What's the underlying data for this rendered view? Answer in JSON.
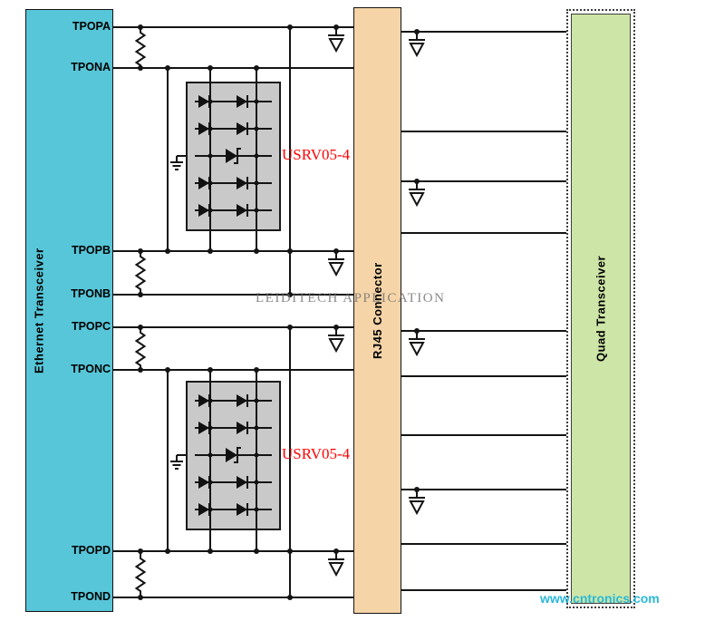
{
  "blocks": {
    "ethernet": {
      "label": "Ethernet Transceiver",
      "fill": "#57C6D8"
    },
    "rj45": {
      "label": "RJ45 Connector",
      "fill": "#F5D4A8"
    },
    "quad": {
      "label": "Quad Transceiver",
      "fill": "#CDE5A6"
    }
  },
  "pins": {
    "tpopa": "TPOPA",
    "tpona": "TPONA",
    "tpopb": "TPOPB",
    "tponb": "TPONB",
    "tpopc": "TPOPC",
    "tponc": "TPONC",
    "tpopd": "TPOPD",
    "tpond": "TPOND"
  },
  "tvs": {
    "label": "USRV05-4",
    "color": "#FF0000"
  },
  "watermarks": {
    "center": "LEIDITECH APPLICATION",
    "site": "www.cntronics.com",
    "site_color": "#2BB8D9"
  }
}
